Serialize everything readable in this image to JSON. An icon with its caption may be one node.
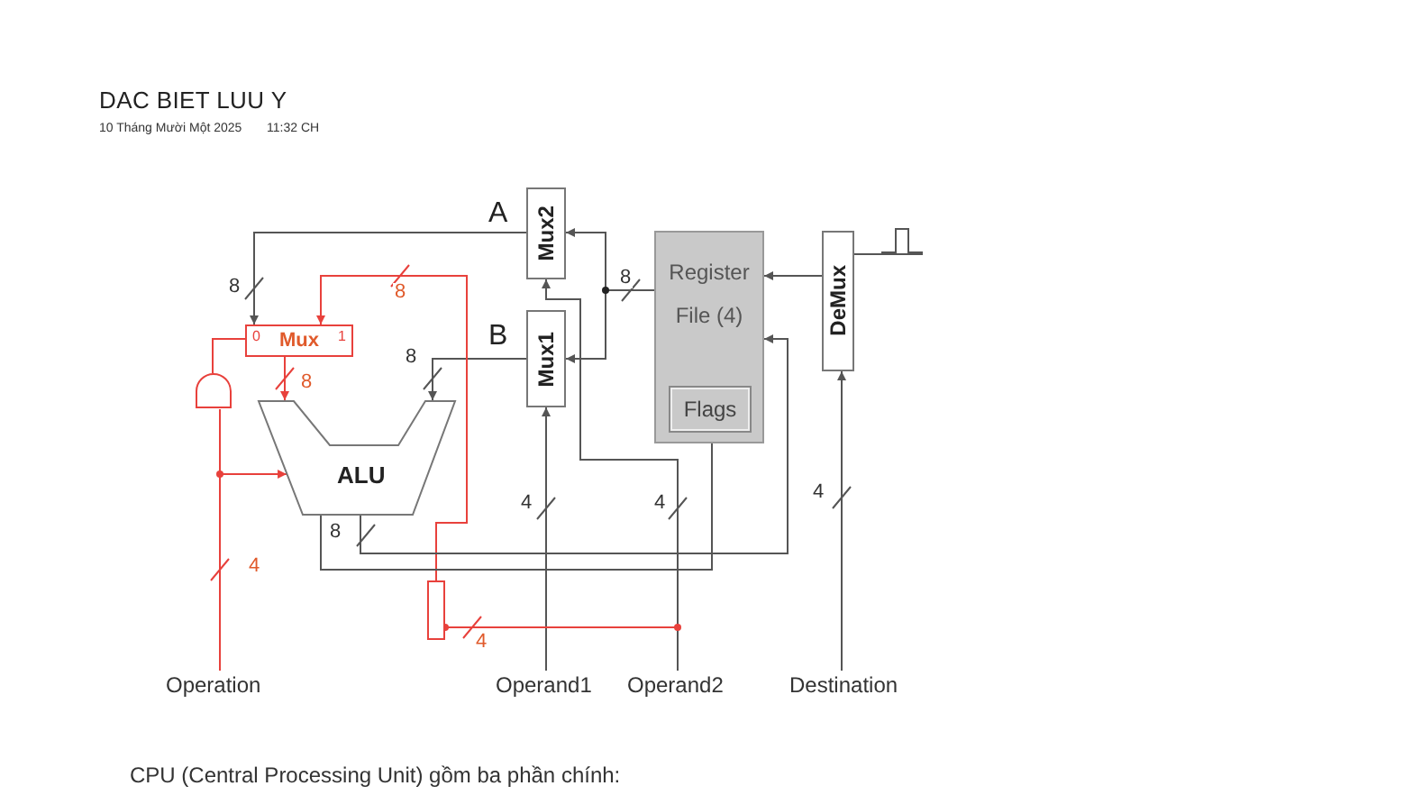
{
  "diagram": {
    "title": "DAC BIET LUU Y",
    "nodes": [
      {
        "text": [
          "Mux2"
        ]
      },
      {
        "text": [
          "Register File (4)"
        ]
      },
      {
        "text": [
          "Flags"
        ],
        "in": 1
      },
      {
        "text": [
          "DeMux"
        ]
      },
      {
        "text": [
          "0",
          "Mux",
          "1"
        ]
      },
      {
        "text": [
          "Mux1"
        ]
      },
      {
        "text": [
          "ALU"
        ]
      },
      {
        "text": [],
        "shape": "gate"
      },
      {
        "text": [],
        "shape": "box"
      },
      {
        "text": [
          "Operation"
        ]
      },
      {
        "text": [
          "Operand1"
        ]
      },
      {
        "text": [
          "Operand2"
        ]
      },
      {
        "text": [
          "Destination"
        ]
      }
    ],
    "edges": [
      {
        "from": 0,
        "to": 4,
        "arrow": "to",
        "label": "8"
      },
      {
        "from": 5,
        "to": 6,
        "arrow": "to",
        "label": "8"
      },
      {
        "from": 4,
        "to": 6,
        "arrow": "to",
        "label": "8",
        "color": "#e8413c"
      },
      {
        "from": 8,
        "to": 4,
        "arrow": "to",
        "label": "8",
        "color": "#e8413c"
      },
      {
        "from": 6,
        "to": 1,
        "arrow": "to",
        "label": "8"
      },
      {
        "from": 6,
        "to": 2,
        "arrow": "none"
      },
      {
        "from": 1,
        "to": 0,
        "arrow": "to",
        "label": "8"
      },
      {
        "from": 1,
        "to": 5,
        "arrow": "to"
      },
      {
        "from": 11,
        "to": 0,
        "arrow": "to",
        "label": "4"
      },
      {
        "from": 10,
        "to": 5,
        "arrow": "to",
        "label": "4"
      },
      {
        "from": 12,
        "to": 3,
        "arrow": "to",
        "label": "4"
      },
      {
        "from": 3,
        "to": 1,
        "arrow": "to"
      },
      {
        "from": null,
        "to": 3,
        "arrow": "none"
      },
      {
        "from": 9,
        "to": 6,
        "arrow": "to",
        "label": "4",
        "color": "#e8413c"
      },
      {
        "from": 9,
        "to": 7,
        "arrow": "none",
        "color": "#e8413c"
      },
      {
        "from": 7,
        "to": 4,
        "arrow": "none",
        "color": "#e8413c"
      },
      {
        "from": 11,
        "to": 8,
        "arrow": "other",
        "label": "4",
        "color": "#e8413c"
      }
    ],
    "labels": [
      "10 Tháng Mười Một 2025",
      "11:32 CH",
      "A",
      "B",
      "CPU (Central Processing Unit) gồm ba phần chính:"
    ]
  }
}
